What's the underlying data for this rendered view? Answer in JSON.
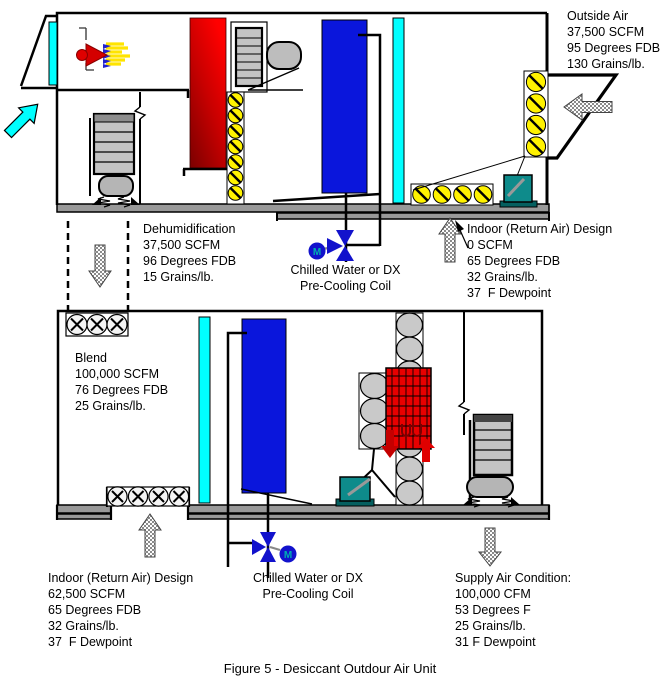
{
  "figure": {
    "caption": "Figure 5 - Desiccant Outdour Air Unit"
  },
  "labels": {
    "outside_air": {
      "lines": [
        "Outside Air",
        "37,500 SCFM",
        "95 Degrees FDB",
        "130 Grains/lb."
      ]
    },
    "dehumidification": {
      "lines": [
        "Dehumidification",
        "37,500 SCFM",
        "96 Degrees FDB",
        "15 Grains/lb."
      ]
    },
    "indoor_return_top": {
      "lines": [
        "Indoor (Return Air) Design",
        "0 SCFM",
        "65 Degrees FDB",
        "32 Grains/lb.",
        "37  F Dewpoint"
      ]
    },
    "blend": {
      "lines": [
        "Blend",
        "100,000 SCFM",
        "76 Degrees FDB",
        "25 Grains/lb."
      ]
    },
    "indoor_return_bottom": {
      "lines": [
        "Indoor (Return Air) Design",
        "62,500 SCFM",
        "65 Degrees FDB",
        "32 Grains/lb.",
        "37  F Dewpoint"
      ]
    },
    "supply_air": {
      "lines": [
        "Supply Air Condition:",
        "100,000 CFM",
        "53 Degrees F",
        "25 Grains/lb.",
        "31 F Dewpoint"
      ]
    },
    "precool_top": {
      "lines": [
        "Chilled Water or DX",
        "Pre-Cooling Coil"
      ]
    },
    "precool_bottom": {
      "lines": [
        "Chilled Water or DX",
        "Pre-Cooling Coil"
      ]
    },
    "valve_motor_label": "M"
  },
  "colors": {
    "cyan_filter": "#00FFFF",
    "blue_coil": "#0A16DC",
    "red_wheel_top": "#FF0000",
    "red_wheel_bottom": "#7A0000",
    "heater_red": "#E80000",
    "teal_motor": "#0E8B8B",
    "coil_yellow": "#FFF200",
    "checker_arrow_gray": "#888888",
    "metal_gray": "#C4C4C4"
  }
}
